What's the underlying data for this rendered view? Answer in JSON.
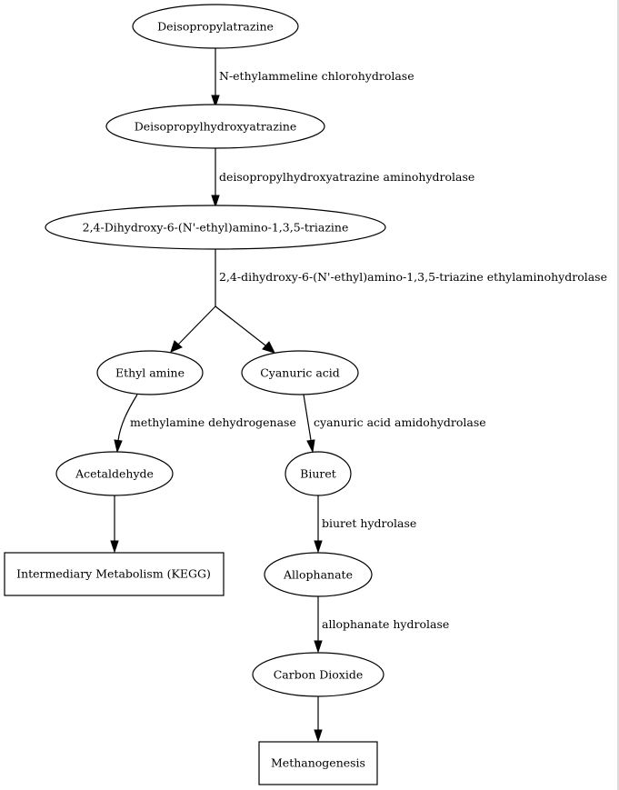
{
  "nodes": {
    "deisopropylatrazine": "Deisopropylatrazine",
    "deisopropylhydroxyatrazine": "Deisopropylhydroxyatrazine",
    "dihydroxy_triazine": "2,4-Dihydroxy-6-(N'-ethyl)amino-1,3,5-triazine",
    "ethyl_amine": "Ethyl amine",
    "cyanuric_acid": "Cyanuric acid",
    "acetaldehyde": "Acetaldehyde",
    "biuret": "Biuret",
    "intermediary_metabolism": "Intermediary Metabolism (KEGG)",
    "allophanate": "Allophanate",
    "carbon_dioxide": "Carbon Dioxide",
    "methanogenesis": "Methanogenesis"
  },
  "edges": {
    "n_ethylammeline_chlorohydrolase": "N-ethylammeline chlorohydrolase",
    "deisopropylhydroxyatrazine_aminohydrolase": "deisopropylhydroxyatrazine aminohydrolase",
    "triazine_ethylaminohydrolase": "2,4-dihydroxy-6-(N'-ethyl)amino-1,3,5-triazine ethylaminohydrolase",
    "methylamine_dehydrogenase": "methylamine dehydrogenase",
    "cyanuric_acid_amidohydrolase": "cyanuric acid amidohydrolase",
    "biuret_hydrolase": "biuret hydrolase",
    "allophanate_hydrolase": "allophanate hydrolase"
  }
}
